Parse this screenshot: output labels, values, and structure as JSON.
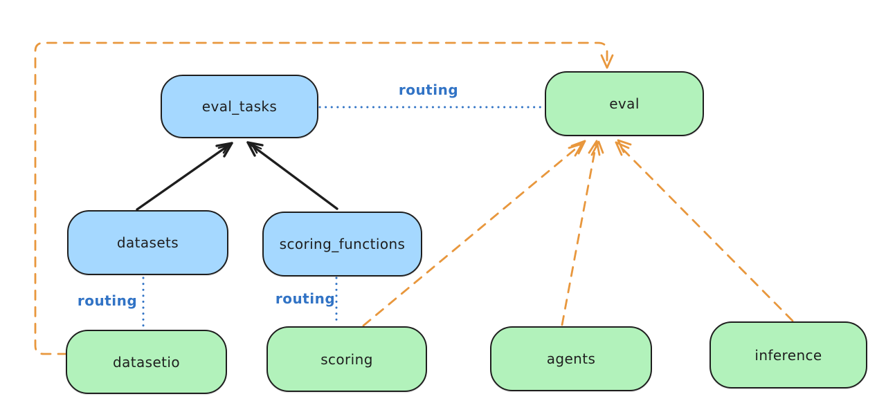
{
  "nodes": {
    "eval_tasks": {
      "label": "eval_tasks",
      "color": "blue"
    },
    "eval": {
      "label": "eval",
      "color": "green"
    },
    "datasets": {
      "label": "datasets",
      "color": "blue"
    },
    "scoring_functions": {
      "label": "scoring_functions",
      "color": "blue"
    },
    "datasetio": {
      "label": "datasetio",
      "color": "green"
    },
    "scoring": {
      "label": "scoring",
      "color": "green"
    },
    "agents": {
      "label": "agents",
      "color": "green"
    },
    "inference": {
      "label": "inference",
      "color": "green"
    }
  },
  "edge_labels": {
    "eval_tasks_to_eval": "routing",
    "datasets_to_datasetio": "routing",
    "scoring_functions_to_scoring": "routing"
  },
  "edges": [
    {
      "from": "datasets",
      "to": "eval_tasks",
      "style": "solid",
      "color": "black",
      "arrow": true
    },
    {
      "from": "scoring_functions",
      "to": "eval_tasks",
      "style": "solid",
      "color": "black",
      "arrow": true
    },
    {
      "from": "eval_tasks",
      "to": "eval",
      "style": "dotted",
      "color": "blue",
      "label": "routing",
      "arrow": false
    },
    {
      "from": "datasets",
      "to": "datasetio",
      "style": "dotted",
      "color": "blue",
      "label": "routing",
      "arrow": false
    },
    {
      "from": "scoring_functions",
      "to": "scoring",
      "style": "dotted",
      "color": "blue",
      "label": "routing",
      "arrow": false
    },
    {
      "from": "datasetio",
      "to": "eval",
      "style": "dashed",
      "color": "orange",
      "arrow": true,
      "route": "around-left-and-top"
    },
    {
      "from": "scoring",
      "to": "eval",
      "style": "dashed",
      "color": "orange",
      "arrow": true
    },
    {
      "from": "agents",
      "to": "eval",
      "style": "dashed",
      "color": "orange",
      "arrow": true
    },
    {
      "from": "inference",
      "to": "eval",
      "style": "dashed",
      "color": "orange",
      "arrow": true
    }
  ],
  "colors": {
    "background": "#ffffff",
    "stroke_dark": "#1e1e1e",
    "node_blue_fill": "#a5d8ff",
    "node_green_fill": "#b2f2bb",
    "routing_blue": "#3173c5",
    "arrow_orange": "#e8973d"
  }
}
